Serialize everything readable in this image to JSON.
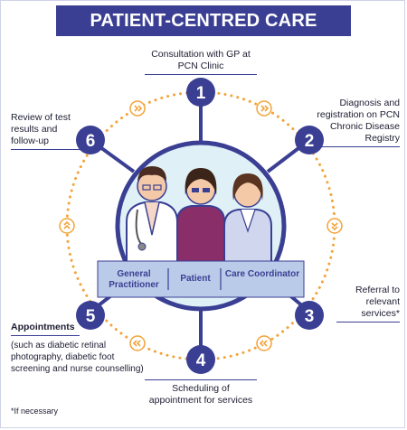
{
  "title": "PATIENT-CENTRED CARE",
  "steps": [
    {
      "number": "1",
      "label": "Consultation with GP at PCN Clinic"
    },
    {
      "number": "2",
      "label": "Diagnosis and registration on PCN Chronic Disease Registry"
    },
    {
      "number": "3",
      "label": "Referral to relevant services*"
    },
    {
      "number": "4",
      "label": "Scheduling of appointment for services"
    },
    {
      "number": "5",
      "label": "Appointments",
      "sub": "(such as diabetic retinal photography, diabetic foot screening and nurse counselling)"
    },
    {
      "number": "6",
      "label": "Review of test results and follow-up"
    }
  ],
  "roles": [
    "General Practitioner",
    "Patient",
    "Care Coordinator"
  ],
  "footnote": "*If necessary",
  "colors": {
    "navy": "#3a3f93",
    "orange": "#f3a33a",
    "inner_circle": "#dff0f7"
  }
}
